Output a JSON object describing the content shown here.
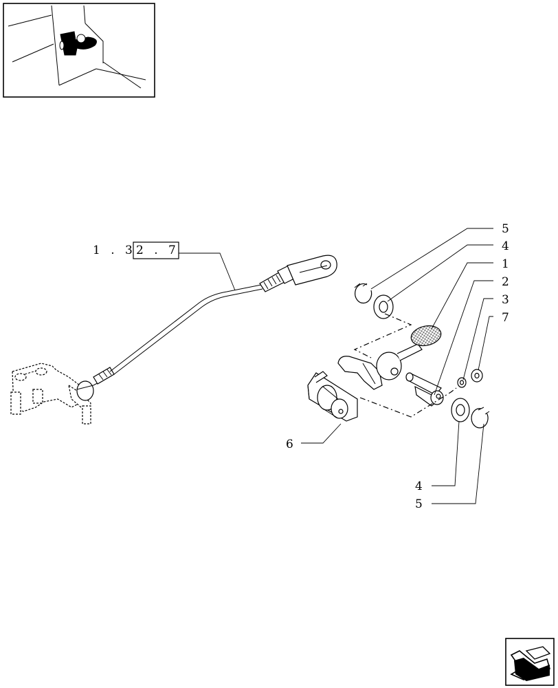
{
  "thumbnail": {
    "icon": "pedal-location-thumbnail-icon"
  },
  "reference": {
    "prefix": "1 . 3",
    "boxed": "2 . 7"
  },
  "callouts": {
    "c1": "1",
    "c2": "2",
    "c3": "3",
    "c4_top": "4",
    "c5_top": "5",
    "c6": "6",
    "c7": "7",
    "c4_bottom": "4",
    "c5_bottom": "5"
  },
  "nav": {
    "icon": "next-page-arrow-icon"
  }
}
